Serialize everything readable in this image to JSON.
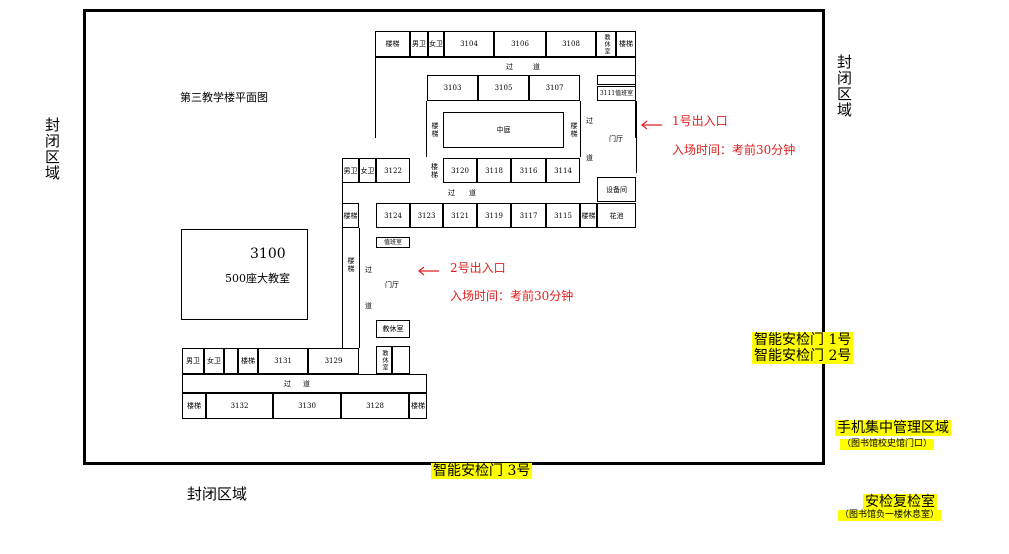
{
  "closed_area": "封闭区域",
  "map_title": "第三教学楼平面图",
  "hall": {
    "number": "3100",
    "name": "500座大教室"
  },
  "labels": {
    "stairs": "楼梯",
    "male_wc": "男卫",
    "female_wc": "女卫",
    "corridor_word": "过道",
    "corridor_a": "过",
    "corridor_b": "道",
    "courtyard": "中庭",
    "gate": "门厅",
    "duty": "值班室",
    "teacher_rest": "教休室",
    "equipment": "设备间",
    "flowerbed": "花池",
    "r3104": "3104",
    "r3106": "3106",
    "r3108": "3108",
    "r3103": "3103",
    "r3105": "3105",
    "r3107": "3107",
    "r3111": "3111",
    "r3122": "3122",
    "r3120": "3120",
    "r3118": "3118",
    "r3116": "3116",
    "r3114": "3114",
    "r3124": "3124",
    "r3123": "3123",
    "r3121": "3121",
    "r3119": "3119",
    "r3117": "3117",
    "r3115": "3115",
    "r3131": "3131",
    "r3129": "3129",
    "r3132": "3132",
    "r3130": "3130",
    "r3128": "3128"
  },
  "entrance1": {
    "name": "1号出入口",
    "time": "入场时间：考前30分钟"
  },
  "entrance2": {
    "name": "2号出入口",
    "time": "入场时间：考前30分钟"
  },
  "security_gates": {
    "gate1": "智能安检门 1号",
    "gate2": "智能安检门 2号",
    "gate3": "智能安检门 3号"
  },
  "phone_area": {
    "name": "手机集中管理区域",
    "location": "（图书馆校史馆门口）"
  },
  "recheck_room": {
    "name": "安检复检室",
    "location": "（图书馆负一楼休息室）"
  },
  "colors": {
    "red": "#e02020",
    "highlight": "#ffff00"
  }
}
